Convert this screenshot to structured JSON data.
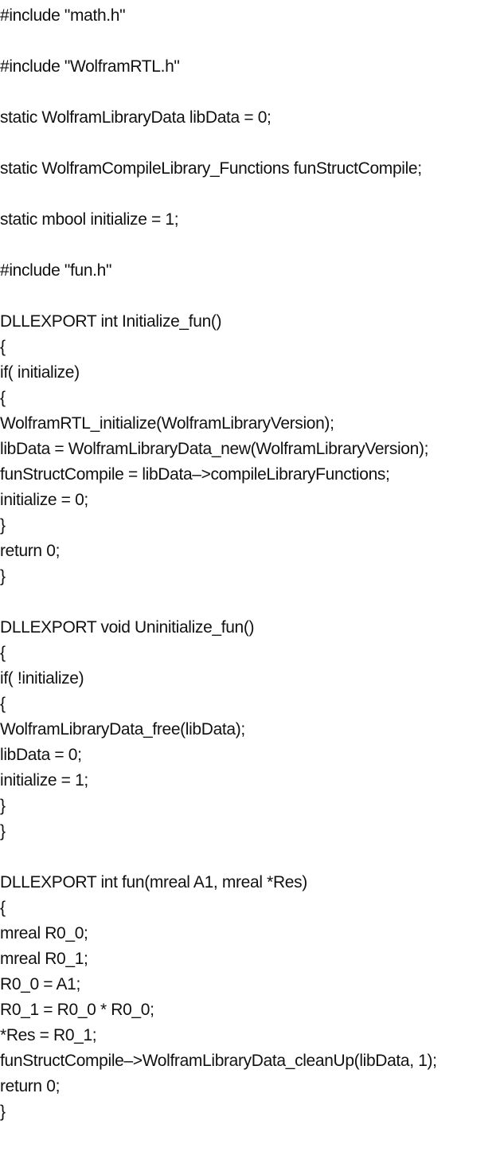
{
  "lines": [
    "#include \"math.h\"",
    "",
    "#include \"WolframRTL.h\"",
    "",
    "static WolframLibraryData libData = 0;",
    "",
    "static WolframCompileLibrary_Functions funStructCompile;",
    "",
    "static mbool initialize = 1;",
    "",
    "#include \"fun.h\"",
    "",
    "DLLEXPORT int Initialize_fun()",
    "{",
    "if( initialize)",
    "{",
    "WolframRTL_initialize(WolframLibraryVersion);",
    "libData = WolframLibraryData_new(WolframLibraryVersion);",
    "funStructCompile = libData–>compileLibraryFunctions;",
    "initialize = 0;",
    "}",
    "return 0;",
    "}",
    "",
    "DLLEXPORT void Uninitialize_fun()",
    "{",
    "if( !initialize)",
    "{",
    "WolframLibraryData_free(libData);",
    "libData = 0;",
    "initialize = 1;",
    "}",
    "}",
    "",
    "DLLEXPORT int fun(mreal A1, mreal *Res)",
    "{",
    "mreal R0_0;",
    "mreal R0_1;",
    "R0_0 = A1;",
    "R0_1 = R0_0 * R0_0;",
    "*Res = R0_1;",
    "funStructCompile–>WolframLibraryData_cleanUp(libData, 1);",
    "return 0;",
    "}"
  ]
}
